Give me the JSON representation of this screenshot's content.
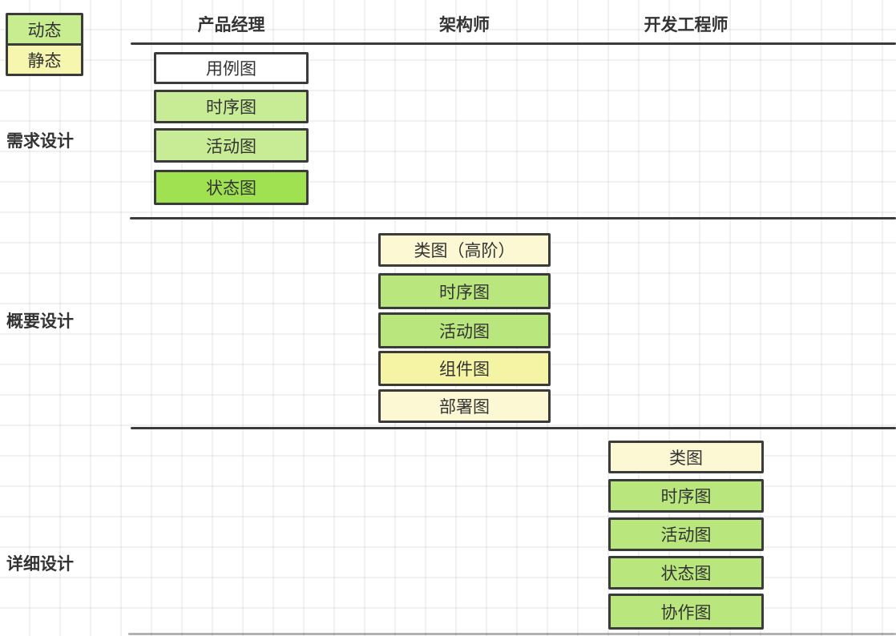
{
  "colors": {
    "border": "#3b3b3b",
    "text": "#333333",
    "grid": "#ededed",
    "legend_green": "#c8ec90",
    "legend_yellow": "#f6f6ae",
    "green_light": "#c8ec95",
    "green_bright": "#9fe150",
    "green_mid": "#b9e77d",
    "cream": "#fbf8d3",
    "yellow": "#f5f4a4",
    "white": "#ffffff"
  },
  "legend": {
    "items": [
      {
        "label": "动态",
        "meaning": "dynamic-diagram",
        "fill": "#c8ec90"
      },
      {
        "label": "静态",
        "meaning": "static-diagram",
        "fill": "#f6f6ae"
      }
    ]
  },
  "columns": [
    {
      "label": "产品经理"
    },
    {
      "label": "架构师"
    },
    {
      "label": "开发工程师"
    }
  ],
  "rows": [
    {
      "label": "需求设计"
    },
    {
      "label": "概要设计"
    },
    {
      "label": "详细设计"
    }
  ],
  "sections": [
    {
      "row_label": "需求设计",
      "column_label": "产品经理",
      "boxes": [
        {
          "label": "用例图",
          "fill": "#ffffff"
        },
        {
          "label": "时序图",
          "fill": "#c8ec95"
        },
        {
          "label": "活动图",
          "fill": "#c8ec95"
        },
        {
          "label": "状态图",
          "fill": "#9fe150"
        }
      ]
    },
    {
      "row_label": "概要设计",
      "column_label": "架构师",
      "boxes": [
        {
          "label": "类图（高阶）",
          "fill": "#fbf8d3"
        },
        {
          "label": "时序图",
          "fill": "#b9e77d"
        },
        {
          "label": "活动图",
          "fill": "#b9e77d"
        },
        {
          "label": "组件图",
          "fill": "#f5f4a4"
        },
        {
          "label": "部署图",
          "fill": "#fbf8d3"
        }
      ]
    },
    {
      "row_label": "详细设计",
      "column_label": "开发工程师",
      "boxes": [
        {
          "label": "类图",
          "fill": "#fbf8d3"
        },
        {
          "label": "时序图",
          "fill": "#b9e77d"
        },
        {
          "label": "活动图",
          "fill": "#b9e77d"
        },
        {
          "label": "状态图",
          "fill": "#b9e77d"
        },
        {
          "label": "协作图",
          "fill": "#b9e77d"
        }
      ]
    }
  ]
}
